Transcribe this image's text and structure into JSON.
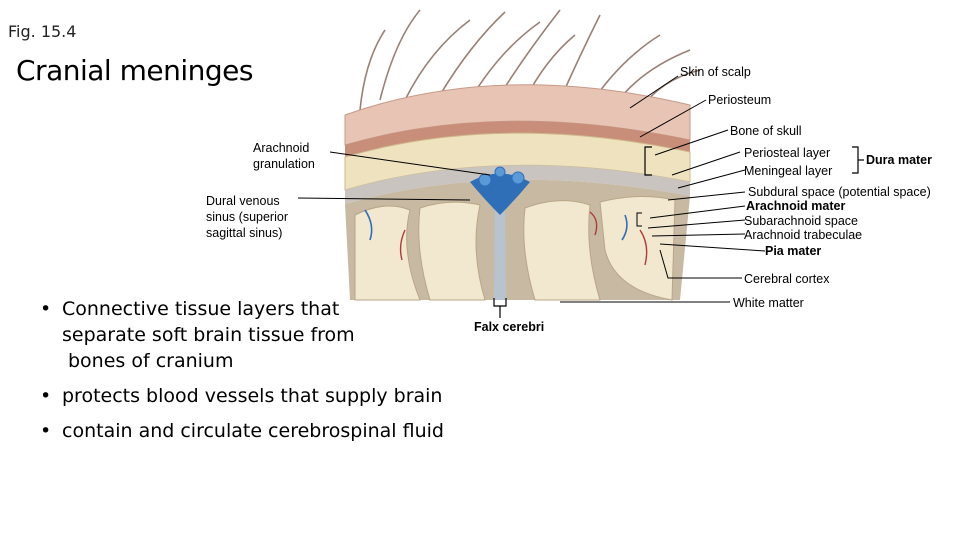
{
  "figure_number": "Fig. 15.4",
  "title": "Cranial meninges",
  "labels": {
    "skin": "Skin of scalp",
    "periosteum": "Periosteum",
    "bone": "Bone of skull",
    "periosteal_layer": "Periosteal layer",
    "meningeal_layer": "Meningeal layer",
    "dura_mater": "Dura mater",
    "subdural": "Subdural space (potential space)",
    "arachnoid_mater": "Arachnoid mater",
    "subarachnoid": "Subarachnoid space",
    "trabeculae": "Arachnoid trabeculae",
    "pia_mater": "Pia mater",
    "cortex": "Cerebral cortex",
    "white_matter": "White matter",
    "falx": "Falx cerebri",
    "granulation_line1": "Arachnoid",
    "granulation_line2": "granulation",
    "sinus_line1": "Dural venous",
    "sinus_line2": "sinus (superior",
    "sinus_line3": "sagittal sinus)"
  },
  "bullets": {
    "b1_line1": "Connective tissue layers that",
    "b1_line2": "separate soft brain tissue from",
    "b1_line3": "bones of cranium",
    "b2": "protects blood vessels that supply brain",
    "b3": "contain and circulate cerebrospinal fluid"
  },
  "colors": {
    "skin": "#e8c4b4",
    "periosteum": "#c98e7a",
    "bone": "#efe2bf",
    "dura": "#c9c4bf",
    "sinus": "#2f6fb8",
    "cortex": "#c8b9a2",
    "white_matter": "#f1e8cf",
    "hair": "#9a8074"
  }
}
